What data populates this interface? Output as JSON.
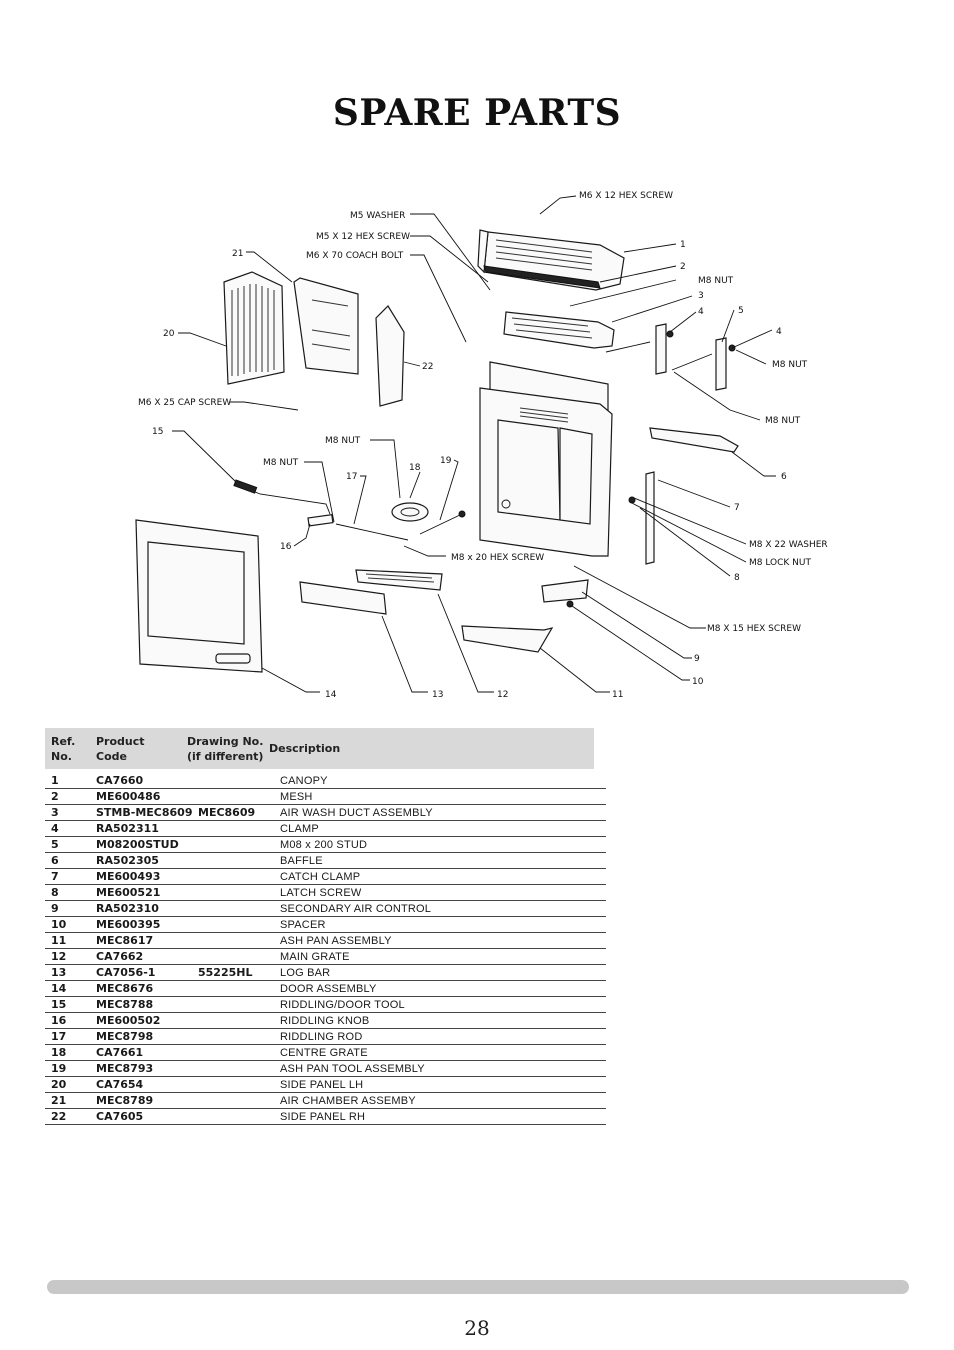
{
  "page": {
    "title": "SPARE PARTS",
    "page_number": "28"
  },
  "diagram": {
    "labels": {
      "m6_12_hex_screw": "M6 X 12 HEX SCREW",
      "m5_washer": "M5 WASHER",
      "m5_12_hex_screw": "M5 X 12 HEX SCREW",
      "m6_70_coach_bolt": "M6 X 70 COACH BOLT",
      "m8_nut_a": "M8  NUT",
      "m8_nut_b": "M8 NUT",
      "m8_nut_c": "M8  NUT",
      "m8_nut_d": "M8  NUT",
      "m8_nut_e": "M8  NUT",
      "m6_25_cap_screw": "M6 X 25 CAP SCREW",
      "m8_20_hex_screw": "M8 x 20 HEX SCREW",
      "m8_22_washer": "M8 X 22 WASHER",
      "m8_lock_nut": "M8 LOCK NUT",
      "m8_15_hex_screw": "M8 X 15 HEX SCREW"
    },
    "numbers": {
      "n1": "1",
      "n2": "2",
      "n3": "3",
      "n4a": "4",
      "n4b": "4",
      "n5": "5",
      "n6": "6",
      "n7": "7",
      "n8": "8",
      "n9": "9",
      "n10": "10",
      "n11": "11",
      "n12": "12",
      "n13": "13",
      "n14": "14",
      "n15": "15",
      "n16": "16",
      "n17": "17",
      "n18": "18",
      "n19": "19",
      "n20": "20",
      "n21": "21",
      "n22": "22"
    }
  },
  "table": {
    "headers": {
      "ref": [
        "Ref.",
        "No."
      ],
      "code": [
        "Product",
        "Code"
      ],
      "drawing": [
        "Drawing No.",
        "(if different)"
      ],
      "description": "Description"
    },
    "rows": [
      {
        "ref": "1",
        "code": "CA7660",
        "drawing": "",
        "description": "CANOPY"
      },
      {
        "ref": "2",
        "code": "ME600486",
        "drawing": "",
        "description": "MESH"
      },
      {
        "ref": "3",
        "code": "STMB-MEC8609",
        "drawing": "MEC8609",
        "description": "AIR WASH DUCT ASSEMBLY"
      },
      {
        "ref": "4",
        "code": "RA502311",
        "drawing": "",
        "description": "CLAMP"
      },
      {
        "ref": "5",
        "code": "M08200STUD",
        "drawing": "",
        "description": "M08 x 200 STUD"
      },
      {
        "ref": "6",
        "code": "RA502305",
        "drawing": "",
        "description": "BAFFLE"
      },
      {
        "ref": "7",
        "code": "ME600493",
        "drawing": "",
        "description": "CATCH CLAMP"
      },
      {
        "ref": "8",
        "code": "ME600521",
        "drawing": "",
        "description": "LATCH SCREW"
      },
      {
        "ref": "9",
        "code": "RA502310",
        "drawing": "",
        "description": "SECONDARY AIR CONTROL"
      },
      {
        "ref": "10",
        "code": "ME600395",
        "drawing": "",
        "description": "SPACER"
      },
      {
        "ref": "11",
        "code": "MEC8617",
        "drawing": "",
        "description": "ASH PAN  ASSEMBLY"
      },
      {
        "ref": "12",
        "code": "CA7662",
        "drawing": "",
        "description": "MAIN GRATE"
      },
      {
        "ref": "13",
        "code": "CA7056-1",
        "drawing": "55225HL",
        "description": "LOG BAR"
      },
      {
        "ref": "14",
        "code": "MEC8676",
        "drawing": "",
        "description": "DOOR ASSEMBLY"
      },
      {
        "ref": "15",
        "code": "MEC8788",
        "drawing": "",
        "description": "RIDDLING/DOOR TOOL"
      },
      {
        "ref": "16",
        "code": "ME600502",
        "drawing": "",
        "description": "RIDDLING KNOB"
      },
      {
        "ref": "17",
        "code": "MEC8798",
        "drawing": "",
        "description": "RIDDLING ROD"
      },
      {
        "ref": "18",
        "code": "CA7661",
        "drawing": "",
        "description": "CENTRE GRATE"
      },
      {
        "ref": "19",
        "code": "MEC8793",
        "drawing": "",
        "description": "ASH PAN TOOL ASSEMBLY"
      },
      {
        "ref": "20",
        "code": "CA7654",
        "drawing": "",
        "description": "SIDE PANEL LH"
      },
      {
        "ref": "21",
        "code": "MEC8789",
        "drawing": "",
        "description": "AIR CHAMBER ASSEMBY"
      },
      {
        "ref": "22",
        "code": "CA7605",
        "drawing": "",
        "description": "SIDE PANEL RH"
      }
    ]
  }
}
